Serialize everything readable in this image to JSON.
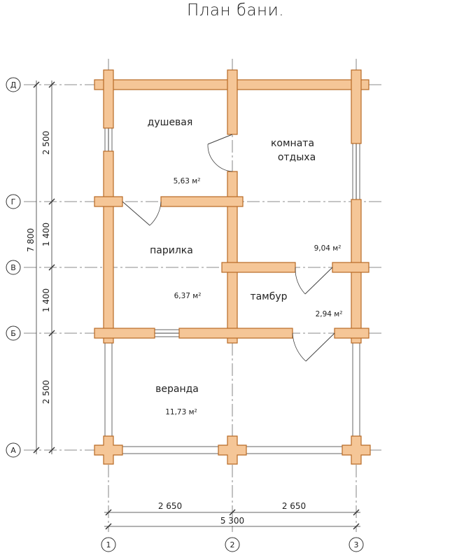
{
  "title": "План бани.",
  "axes": {
    "vertical": [
      "1",
      "2",
      "3"
    ],
    "horizontal": [
      "Д",
      "Г",
      "В",
      "Б",
      "А"
    ]
  },
  "dimensions": {
    "left_segments": [
      "2 500",
      "1 400",
      "1 400",
      "2 500"
    ],
    "left_total": "7 800",
    "bottom_segments": [
      "2 650",
      "2 650"
    ],
    "bottom_total": "5 300"
  },
  "rooms": {
    "shower": {
      "name": "душевая",
      "area": "5,63 м²"
    },
    "rest_room": {
      "name_line1": "комната",
      "name_line2": "отдыха",
      "area": "9,04 м²"
    },
    "steam_room": {
      "name": "парилка",
      "area": "6,37 м²"
    },
    "vestibule": {
      "name": "тамбур",
      "area": "2,94 м²"
    },
    "veranda": {
      "name": "веранда",
      "area": "11,73 м²"
    }
  },
  "colors": {
    "wall_fill": "#f5c697",
    "wall_stroke": "#b86a25"
  }
}
